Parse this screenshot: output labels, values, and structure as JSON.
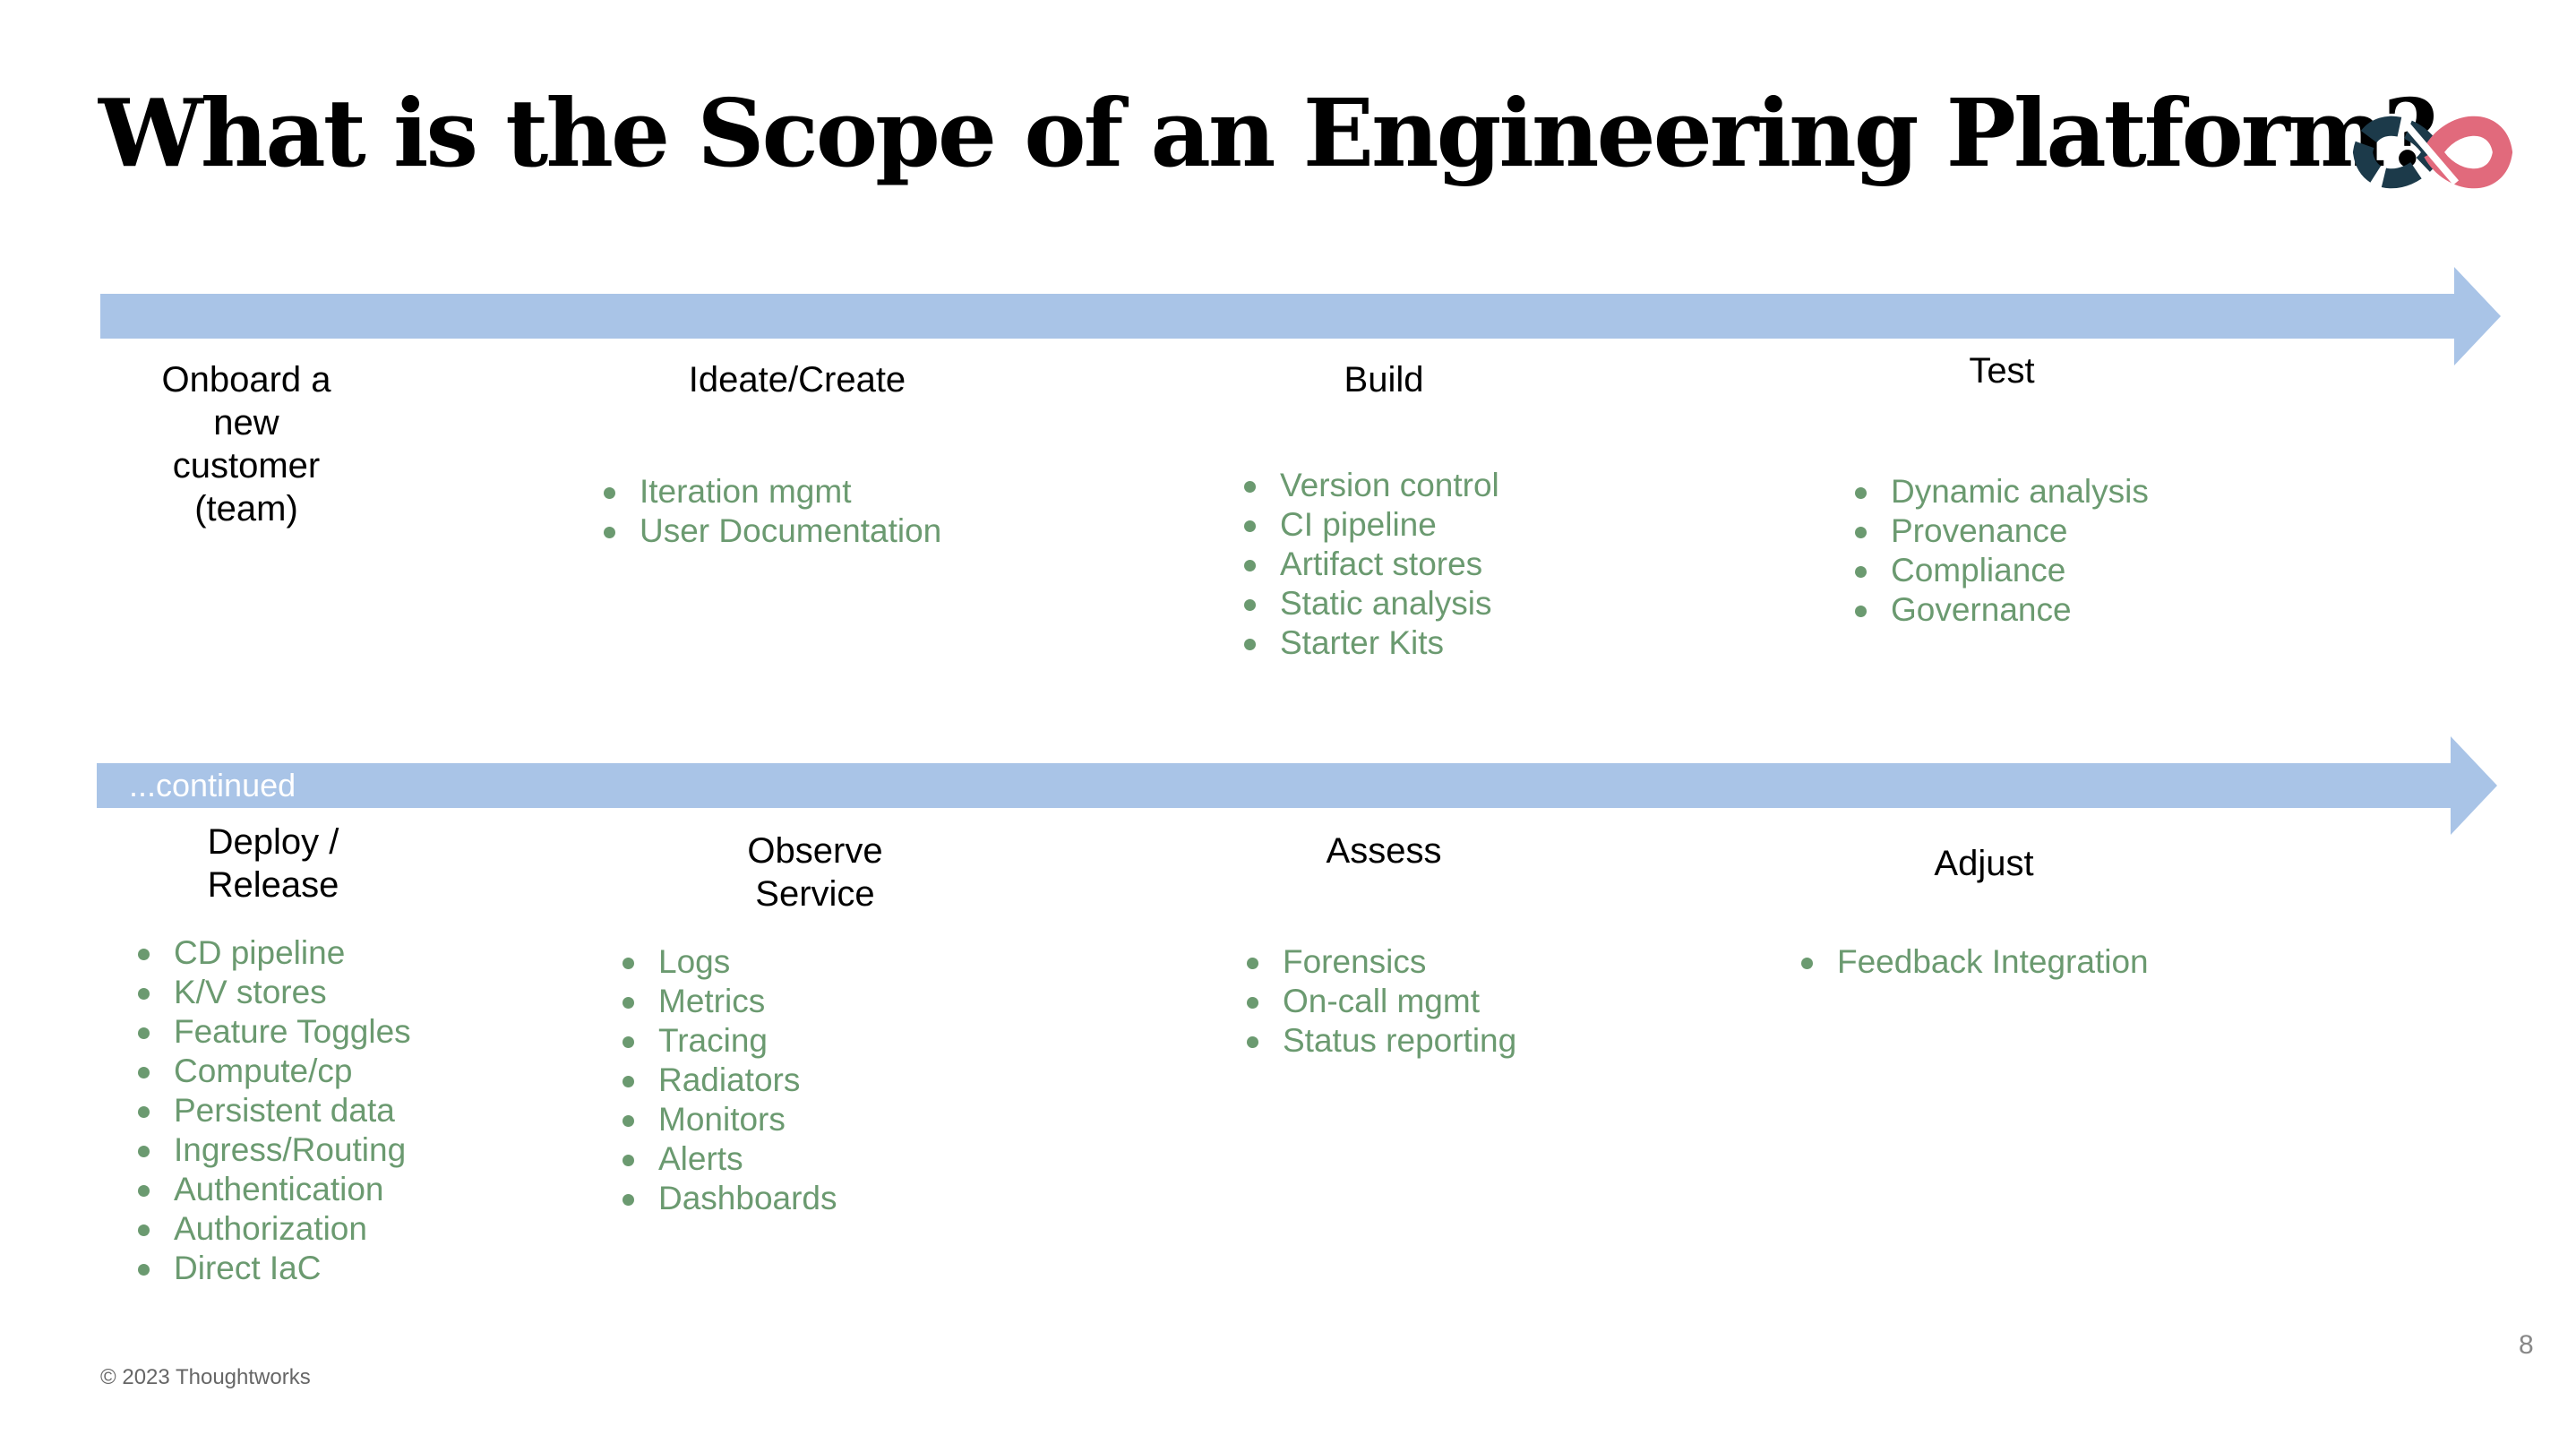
{
  "slide": {
    "title": "What is the Scope of an Engineering Platform?",
    "continued_label": "...continued",
    "copyright": "© 2023 Thoughtworks",
    "page_number": "8"
  },
  "logo": {
    "icon": "infinity-loop-icon",
    "colors": [
      "#1c3a4a",
      "#e16a7c"
    ]
  },
  "colors": {
    "arrow": "#a9c4e7",
    "bullet_text": "#6b9a70",
    "title_text": "#000000"
  },
  "stages": {
    "onboard": {
      "title_lines": [
        "Onboard a",
        "new",
        "customer",
        "(team)"
      ],
      "items": []
    },
    "ideate": {
      "title_lines": [
        "Ideate/Create"
      ],
      "items": [
        "Iteration mgmt",
        "User Documentation"
      ]
    },
    "build": {
      "title_lines": [
        "Build"
      ],
      "items": [
        "Version control",
        "CI pipeline",
        "Artifact stores",
        "Static analysis",
        "Starter Kits"
      ]
    },
    "test": {
      "title_lines": [
        "Test"
      ],
      "items": [
        "Dynamic analysis",
        "Provenance",
        "Compliance",
        "Governance"
      ]
    },
    "deploy": {
      "title_lines": [
        "Deploy /",
        "Release"
      ],
      "items": [
        "CD pipeline",
        "K/V stores",
        "Feature Toggles",
        "Compute/cp",
        "Persistent data",
        "Ingress/Routing",
        "Authentication",
        "Authorization",
        "Direct IaC"
      ]
    },
    "observe": {
      "title_lines": [
        "Observe",
        "Service"
      ],
      "items": [
        "Logs",
        "Metrics",
        "Tracing",
        "Radiators",
        "Monitors",
        "Alerts",
        "Dashboards"
      ]
    },
    "assess": {
      "title_lines": [
        "Assess"
      ],
      "items": [
        "Forensics",
        "On-call mgmt",
        "Status reporting"
      ]
    },
    "adjust": {
      "title_lines": [
        "Adjust"
      ],
      "items": [
        "Feedback Integration"
      ]
    }
  }
}
